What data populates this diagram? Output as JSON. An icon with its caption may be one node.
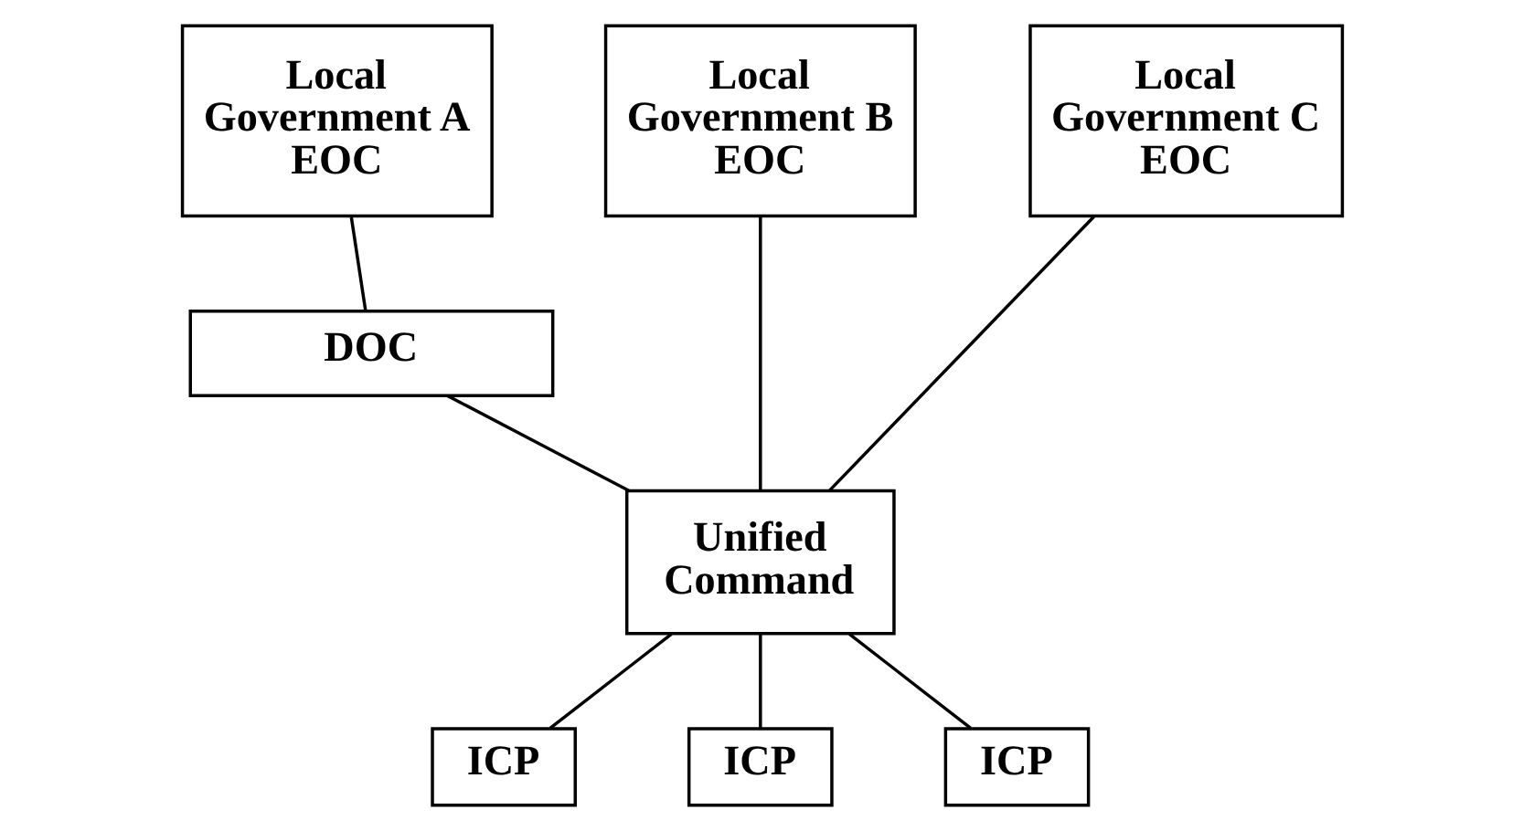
{
  "diagram": {
    "nodes": [
      {
        "text": [
          "Local Government A EOC"
        ]
      },
      {
        "text": [
          "Local Government B EOC"
        ]
      },
      {
        "text": [
          "Local Government C EOC"
        ]
      },
      {
        "text": [
          "DOC"
        ]
      },
      {
        "text": [
          "Unified Command"
        ]
      },
      {
        "text": [
          "ICP"
        ]
      },
      {
        "text": [
          "ICP"
        ]
      },
      {
        "text": [
          "ICP"
        ]
      }
    ],
    "edges": [
      {
        "from": 0,
        "to": 3,
        "arrow": "none"
      },
      {
        "from": 3,
        "to": 4,
        "arrow": "none"
      },
      {
        "from": 1,
        "to": 4,
        "arrow": "none"
      },
      {
        "from": 2,
        "to": 4,
        "arrow": "none"
      },
      {
        "from": 4,
        "to": 5,
        "arrow": "none"
      },
      {
        "from": 4,
        "to": 6,
        "arrow": "none"
      },
      {
        "from": 4,
        "to": 7,
        "arrow": "none"
      }
    ]
  }
}
